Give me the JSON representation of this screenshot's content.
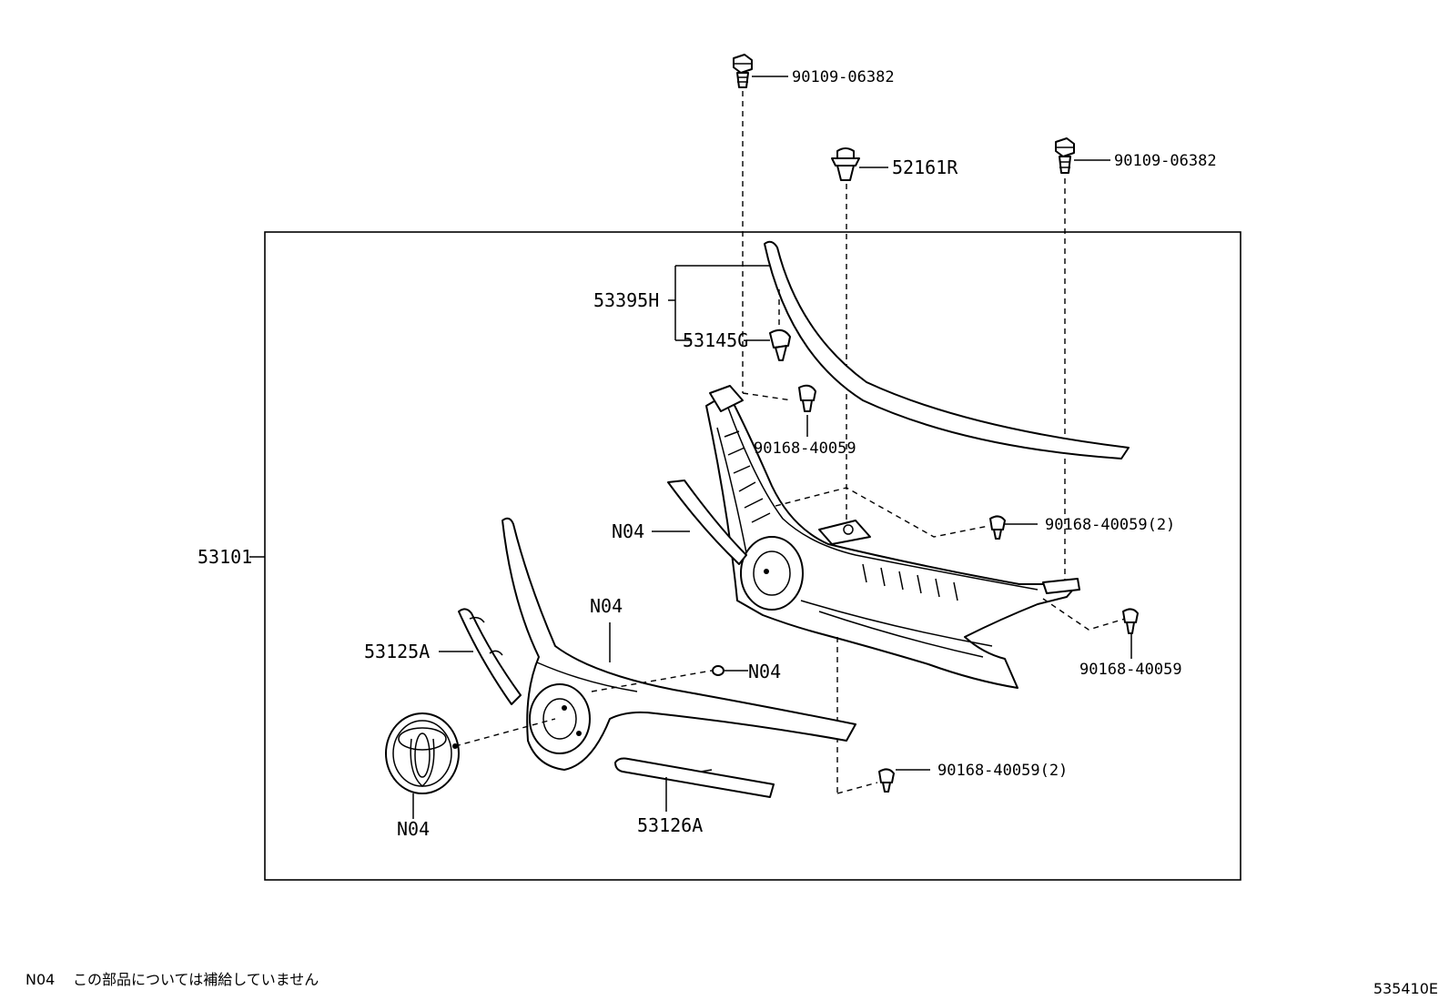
{
  "labels": {
    "bolt_top": "90109-06382",
    "clip_52161r": "52161R",
    "bolt_top_right": "90109-06382",
    "part_53395h": "53395H",
    "part_53145g": "53145G",
    "screw_upper": "90168-40059",
    "screw_right_2": "90168-40059(2)",
    "n04_grille_frame": "N04",
    "assembly_53101": "53101",
    "n04_upper_molding": "N04",
    "screw_right_lower": "90168-40059",
    "part_53125a": "53125A",
    "n04_clip": "N04",
    "screw_bottom_2": "90168-40059(2)",
    "n04_emblem": "N04",
    "part_53126a": "53126A"
  },
  "footer": {
    "note_code": "N04",
    "note_text": "この部品については補給していません",
    "diagram_id": "535410E"
  }
}
